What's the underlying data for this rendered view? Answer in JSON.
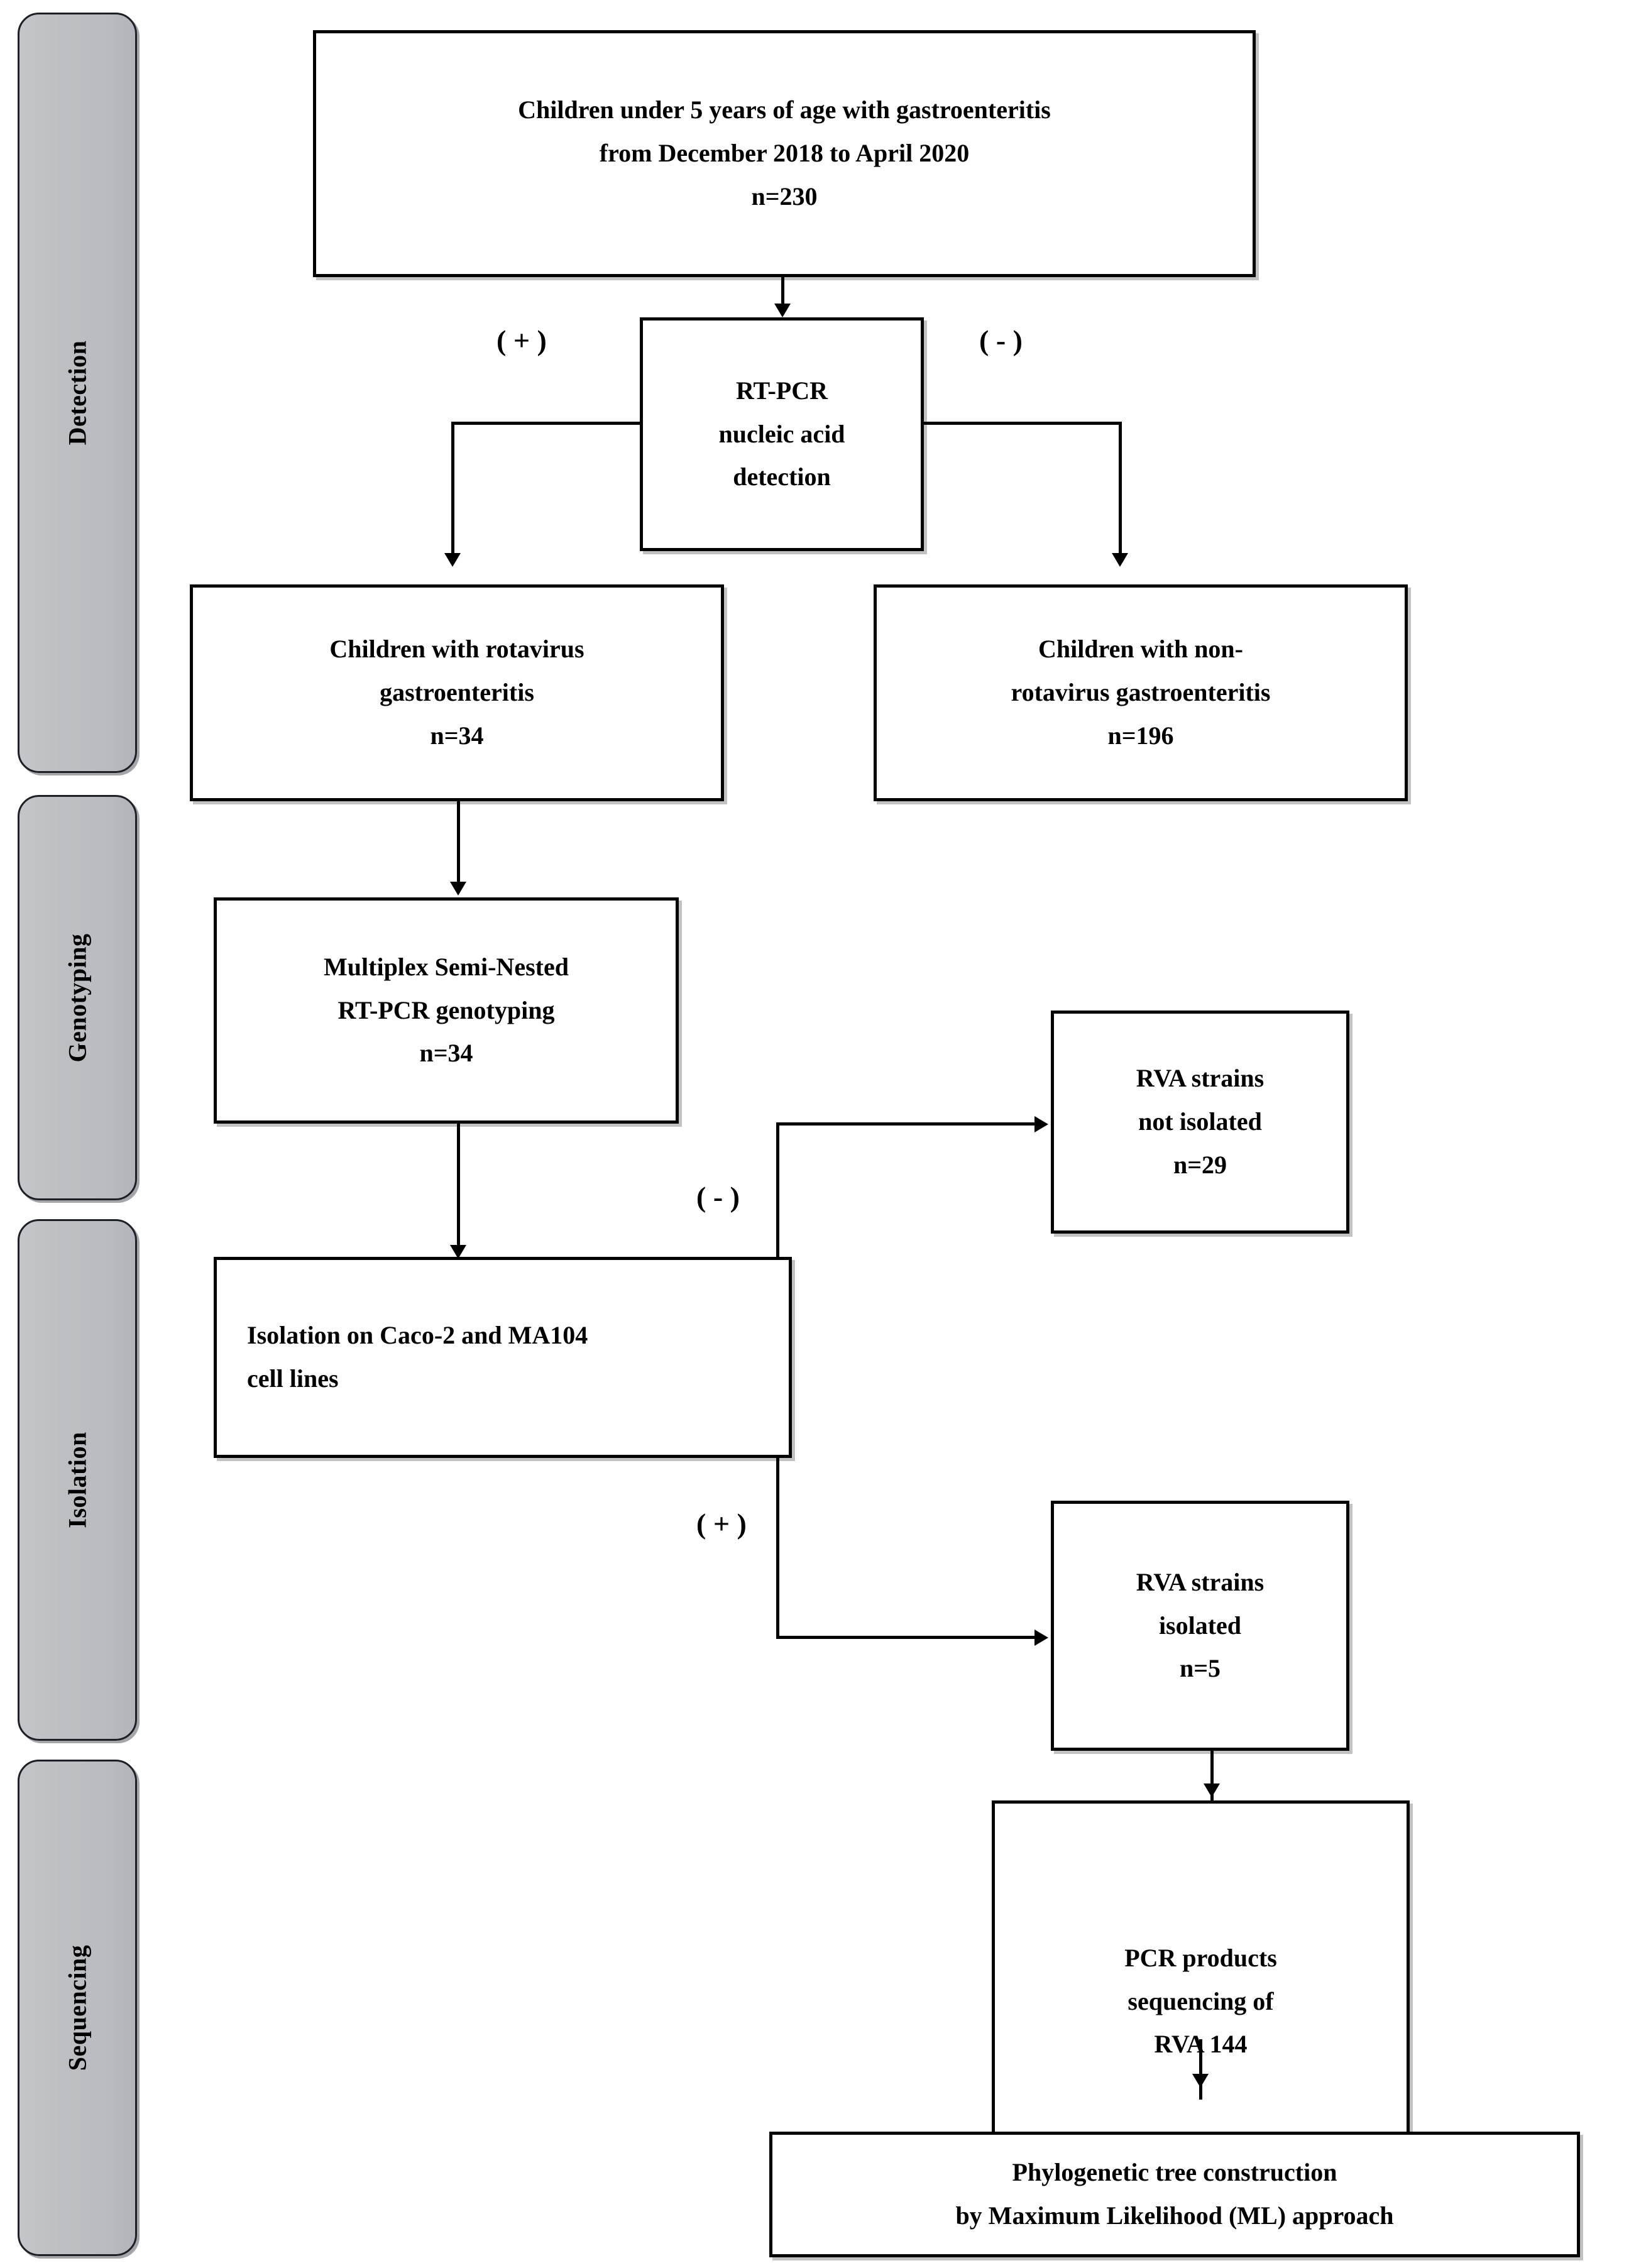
{
  "diagram": {
    "title": "Rotavirus study workflow flowchart",
    "accent_color": "#000000",
    "panel_color": "#bfc1c5"
  },
  "stages": [
    {
      "id": "detection",
      "label": "Detection"
    },
    {
      "id": "genotyping",
      "label": "Genotyping"
    },
    {
      "id": "isolation",
      "label": "Isolation"
    },
    {
      "id": "sequencing",
      "label": "Sequencing"
    }
  ],
  "boxes": {
    "enrollment": {
      "line1": "Children under 5 years of age with gastroenteritis",
      "line2": "from December 2018 to April 2020",
      "line3": "n=230"
    },
    "rtpcr": {
      "line1": "RT-PCR",
      "line2": "nucleic acid",
      "line3": "detection"
    },
    "rotavirus_positive": {
      "line1": "Children with rotavirus",
      "line2": "gastroenteritis",
      "line3": "n=34"
    },
    "rotavirus_negative": {
      "line1": "Children with non-",
      "line2": "rotavirus gastroenteritis",
      "line3": "n=196"
    },
    "genotyping": {
      "line1": "Multiplex Semi-Nested",
      "line2": "RT-PCR genotyping",
      "line3": "n=34"
    },
    "isolation": {
      "line1": "Isolation on Caco-2 and MA104",
      "line2": "cell lines"
    },
    "strains_not_isolated": {
      "line1": "RVA strains",
      "line2": "not isolated",
      "line3": "n=29"
    },
    "strains_isolated": {
      "line1": "RVA strains",
      "line2": "isolated",
      "line3": "n=5"
    },
    "sequencing": {
      "line1": "PCR products",
      "line2": "sequencing of",
      "line3": "RVA 144"
    },
    "phylogenetic": {
      "line1": "Phylogenetic tree construction",
      "line2": "by Maximum Likelihood (ML) approach"
    }
  },
  "edge_labels": {
    "detection_positive": "( + )",
    "detection_negative": "( - )",
    "isolation_negative": "( - )",
    "isolation_positive": "( + )"
  }
}
